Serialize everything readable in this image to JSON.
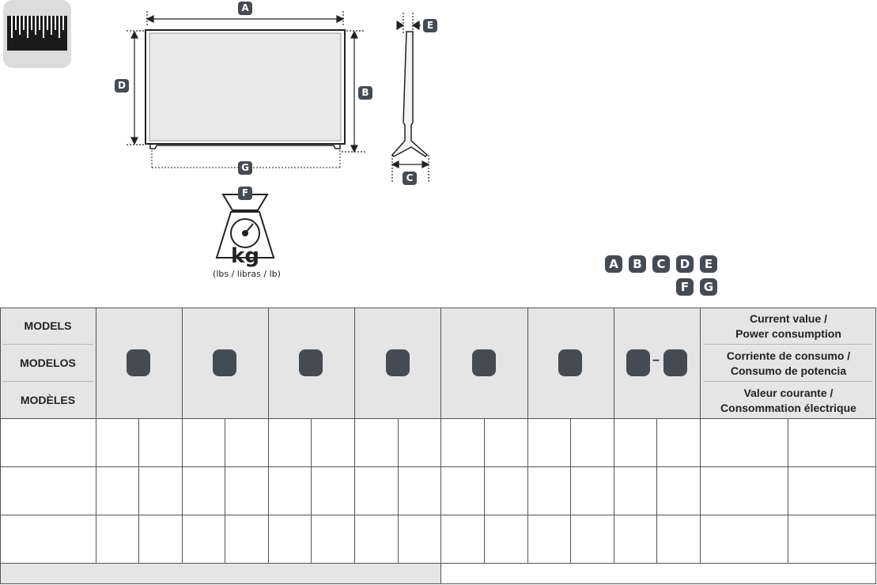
{
  "icon": {
    "name": "ruler-icon"
  },
  "dimension_labels": [
    "A",
    "B",
    "C",
    "D",
    "E",
    "F",
    "G"
  ],
  "weight": {
    "unit": "kg",
    "caption": "(lbs / libras / lb)"
  },
  "legend_row1": [
    "A",
    "B",
    "C",
    "D",
    "E"
  ],
  "legend_row2": [
    "F",
    "G"
  ],
  "table": {
    "model_labels": [
      "MODELS",
      "MODELOS",
      "MODÈLES"
    ],
    "current_value_labels": [
      "Current value /\nPower consumption",
      "Corriente de consumo /\nConsumo de potencia",
      "Valeur courante /\nConsommation électrique"
    ],
    "dash": "–"
  }
}
